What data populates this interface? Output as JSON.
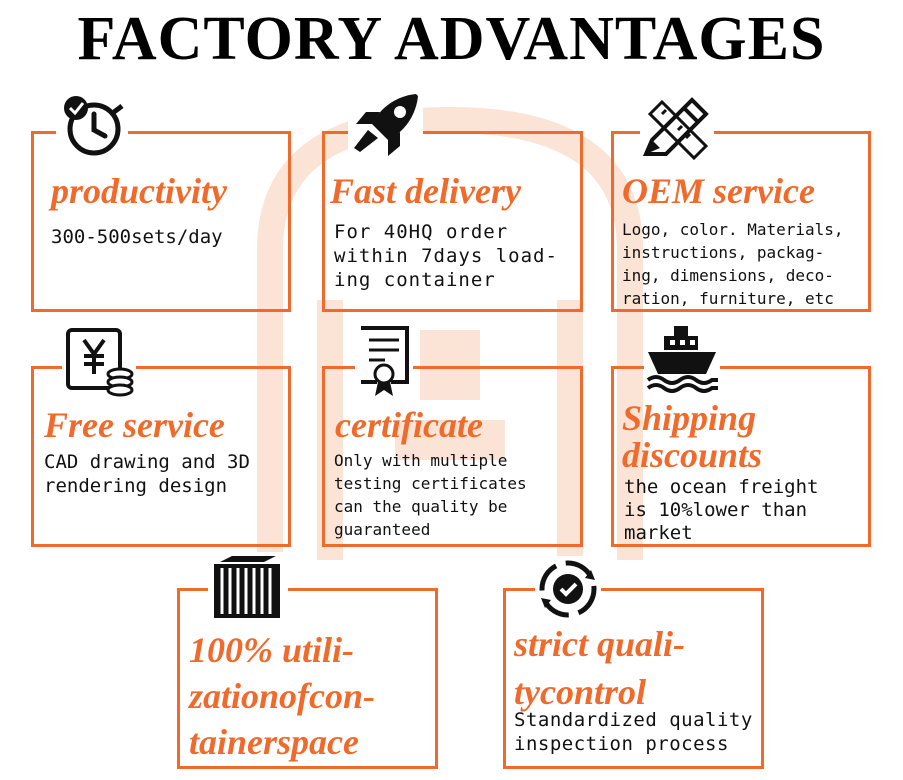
{
  "title": "FACTORY ADVANTAGES",
  "accent_color": "#ef6a2b",
  "cards": [
    {
      "title": "productivity",
      "desc": "300-500sets/day",
      "icon": "clock-check-icon"
    },
    {
      "title": "Fast delivery",
      "desc": "For 40HQ order\nwithin 7days load-\ning container",
      "icon": "rocket-icon"
    },
    {
      "title": "OEM service",
      "desc": "Logo, color. Materials,\ninstructions, packag-\ning, dimensions, deco-\nration, furniture, etc",
      "icon": "pencil-ruler-icon"
    },
    {
      "title": "Free service",
      "desc": "CAD drawing and 3D\nrendering design",
      "icon": "yuan-coins-icon"
    },
    {
      "title": "certificate",
      "desc": "Only with multiple\ntesting certificates\ncan the quality be\nguaranteed",
      "icon": "certificate-icon"
    },
    {
      "title": "Shipping\ndiscounts",
      "desc": "the ocean freight\nis 10%lower than\nmarket",
      "icon": "ship-icon"
    },
    {
      "title": "100% utili-\nzationofcon-\ntainerspace",
      "desc": "",
      "icon": "container-icon"
    },
    {
      "title": "strict quali-\ntycontrol",
      "desc": "Standardized quality\ninspection process",
      "icon": "gear-check-icon"
    }
  ]
}
